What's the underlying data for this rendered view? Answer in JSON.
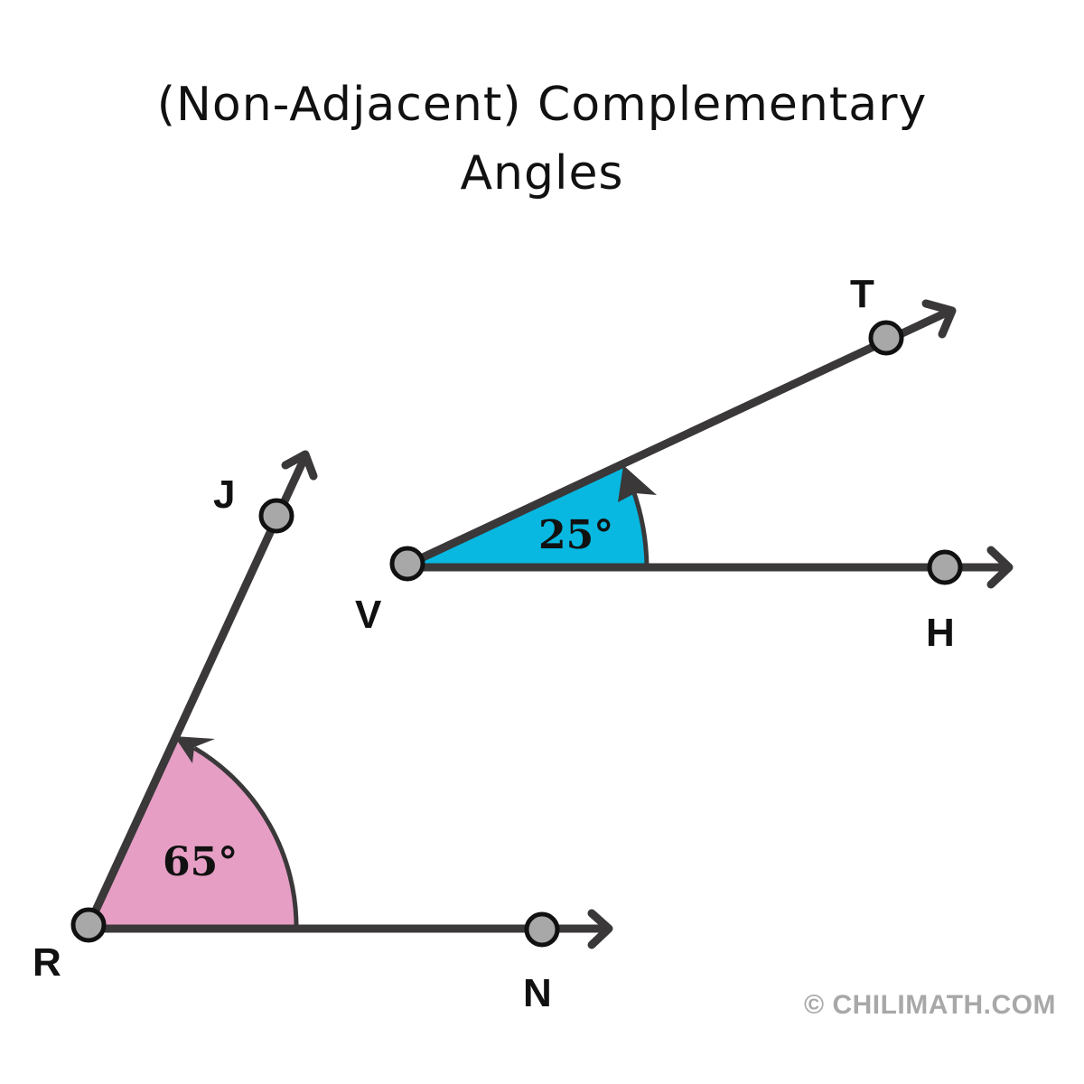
{
  "title": {
    "line1": "(Non-Adjacent) Complementary",
    "line2": "Angles"
  },
  "angles": [
    {
      "name": "angle-VTH",
      "vertex": "V",
      "points": [
        "T",
        "H"
      ],
      "measure": "25°",
      "fill_color": "#08b8e0"
    },
    {
      "name": "angle-JRN",
      "vertex": "R",
      "points": [
        "J",
        "N"
      ],
      "measure": "65°",
      "fill_color": "#e69ec4"
    }
  ],
  "labels": {
    "T": "T",
    "V": "V",
    "H": "H",
    "J": "J",
    "R": "R",
    "N": "N"
  },
  "colors": {
    "line": "#3a3839",
    "point_fill": "#a8a8a8",
    "point_stroke": "#111111",
    "credit": "#a8a8a8"
  },
  "credit": "© CHILIMATH.COM"
}
